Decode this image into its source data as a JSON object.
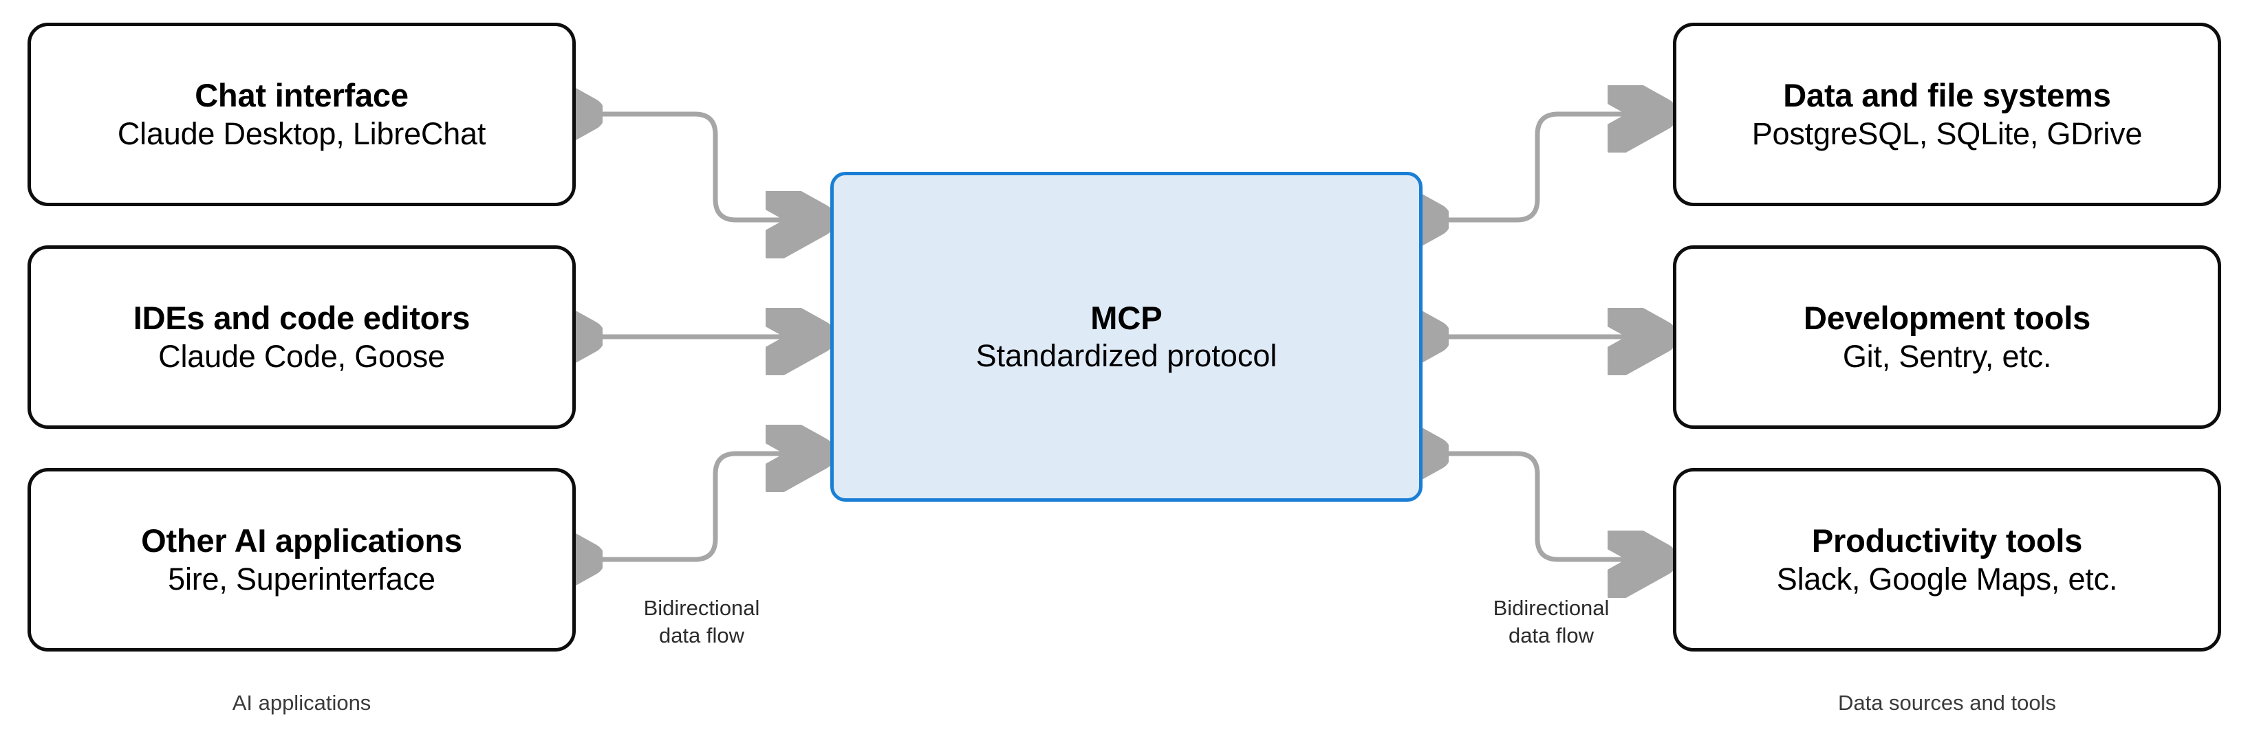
{
  "diagram": {
    "title_visible": false,
    "accent_color": "#1a7fd4",
    "node_border_color": "#0d0d0d",
    "mcp_fill_color": "#dfeaf7",
    "edge_color": "#a6a6a6"
  },
  "left_group": {
    "caption": "AI applications",
    "flow_label_line1": "Bidirectional",
    "flow_label_line2": "data flow",
    "nodes": [
      {
        "title": "Chat interface",
        "subtitle": "Claude Desktop, LibreChat"
      },
      {
        "title": "IDEs and code editors",
        "subtitle": "Claude Code, Goose"
      },
      {
        "title": "Other AI applications",
        "subtitle": "5ire, Superinterface"
      }
    ]
  },
  "center": {
    "title": "MCP",
    "subtitle": "Standardized protocol"
  },
  "right_group": {
    "caption": "Data sources and tools",
    "flow_label_line1": "Bidirectional",
    "flow_label_line2": "data flow",
    "nodes": [
      {
        "title": "Data and file systems",
        "subtitle": "PostgreSQL, SQLite, GDrive"
      },
      {
        "title": "Development tools",
        "subtitle": "Git, Sentry, etc."
      },
      {
        "title": "Productivity tools",
        "subtitle": "Slack, Google Maps, etc."
      }
    ]
  },
  "chart_data": {
    "type": "diagram",
    "layout": "hub-and-spoke",
    "hub": "MCP — Standardized protocol",
    "edges": [
      {
        "from": "Chat interface",
        "to": "MCP",
        "direction": "bidirectional"
      },
      {
        "from": "IDEs and code editors",
        "to": "MCP",
        "direction": "bidirectional"
      },
      {
        "from": "Other AI applications",
        "to": "MCP",
        "direction": "bidirectional"
      },
      {
        "from": "MCP",
        "to": "Data and file systems",
        "direction": "bidirectional"
      },
      {
        "from": "MCP",
        "to": "Development tools",
        "direction": "bidirectional"
      },
      {
        "from": "MCP",
        "to": "Productivity tools",
        "direction": "bidirectional"
      }
    ]
  }
}
